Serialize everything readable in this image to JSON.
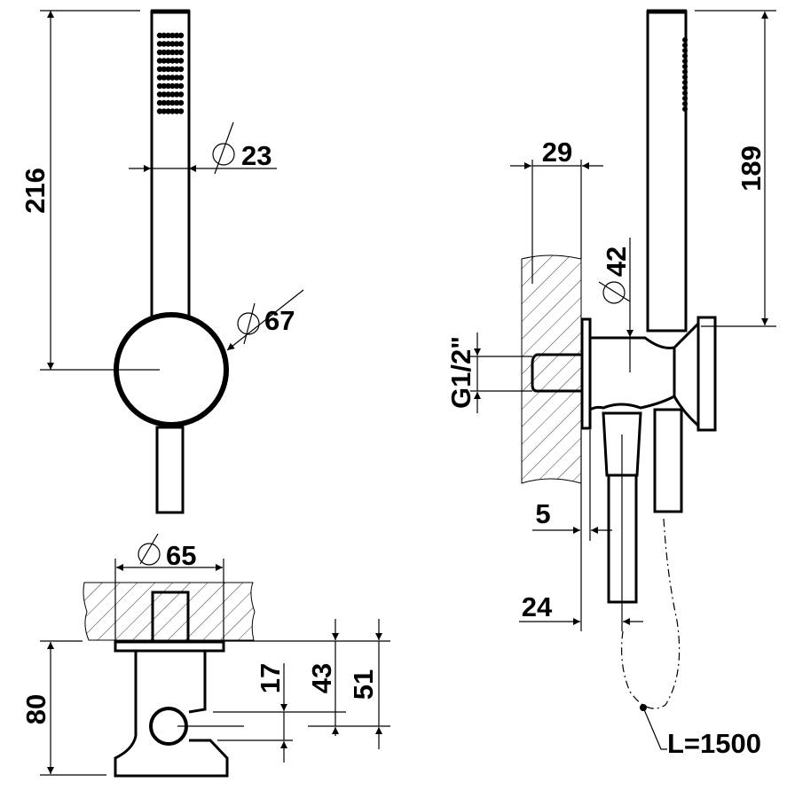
{
  "drawing": {
    "front_view": {
      "height_label": "216",
      "handle_diameter_label": "23",
      "holder_diameter_label": "67"
    },
    "top_view": {
      "flange_diameter_label": "65",
      "depth_label": "80",
      "dim_17_label": "17",
      "dim_43_label": "43",
      "dim_51_label": "51"
    },
    "side_view": {
      "handle_length_label": "189",
      "wall_depth_label": "29",
      "body_diameter_label": "42",
      "thread_label": "G1/2\"",
      "flange_offset_label": "5",
      "hose_offset_label": "24",
      "hose_length_label": "L=1500"
    },
    "diameter_symbol": "diameter-icon"
  }
}
